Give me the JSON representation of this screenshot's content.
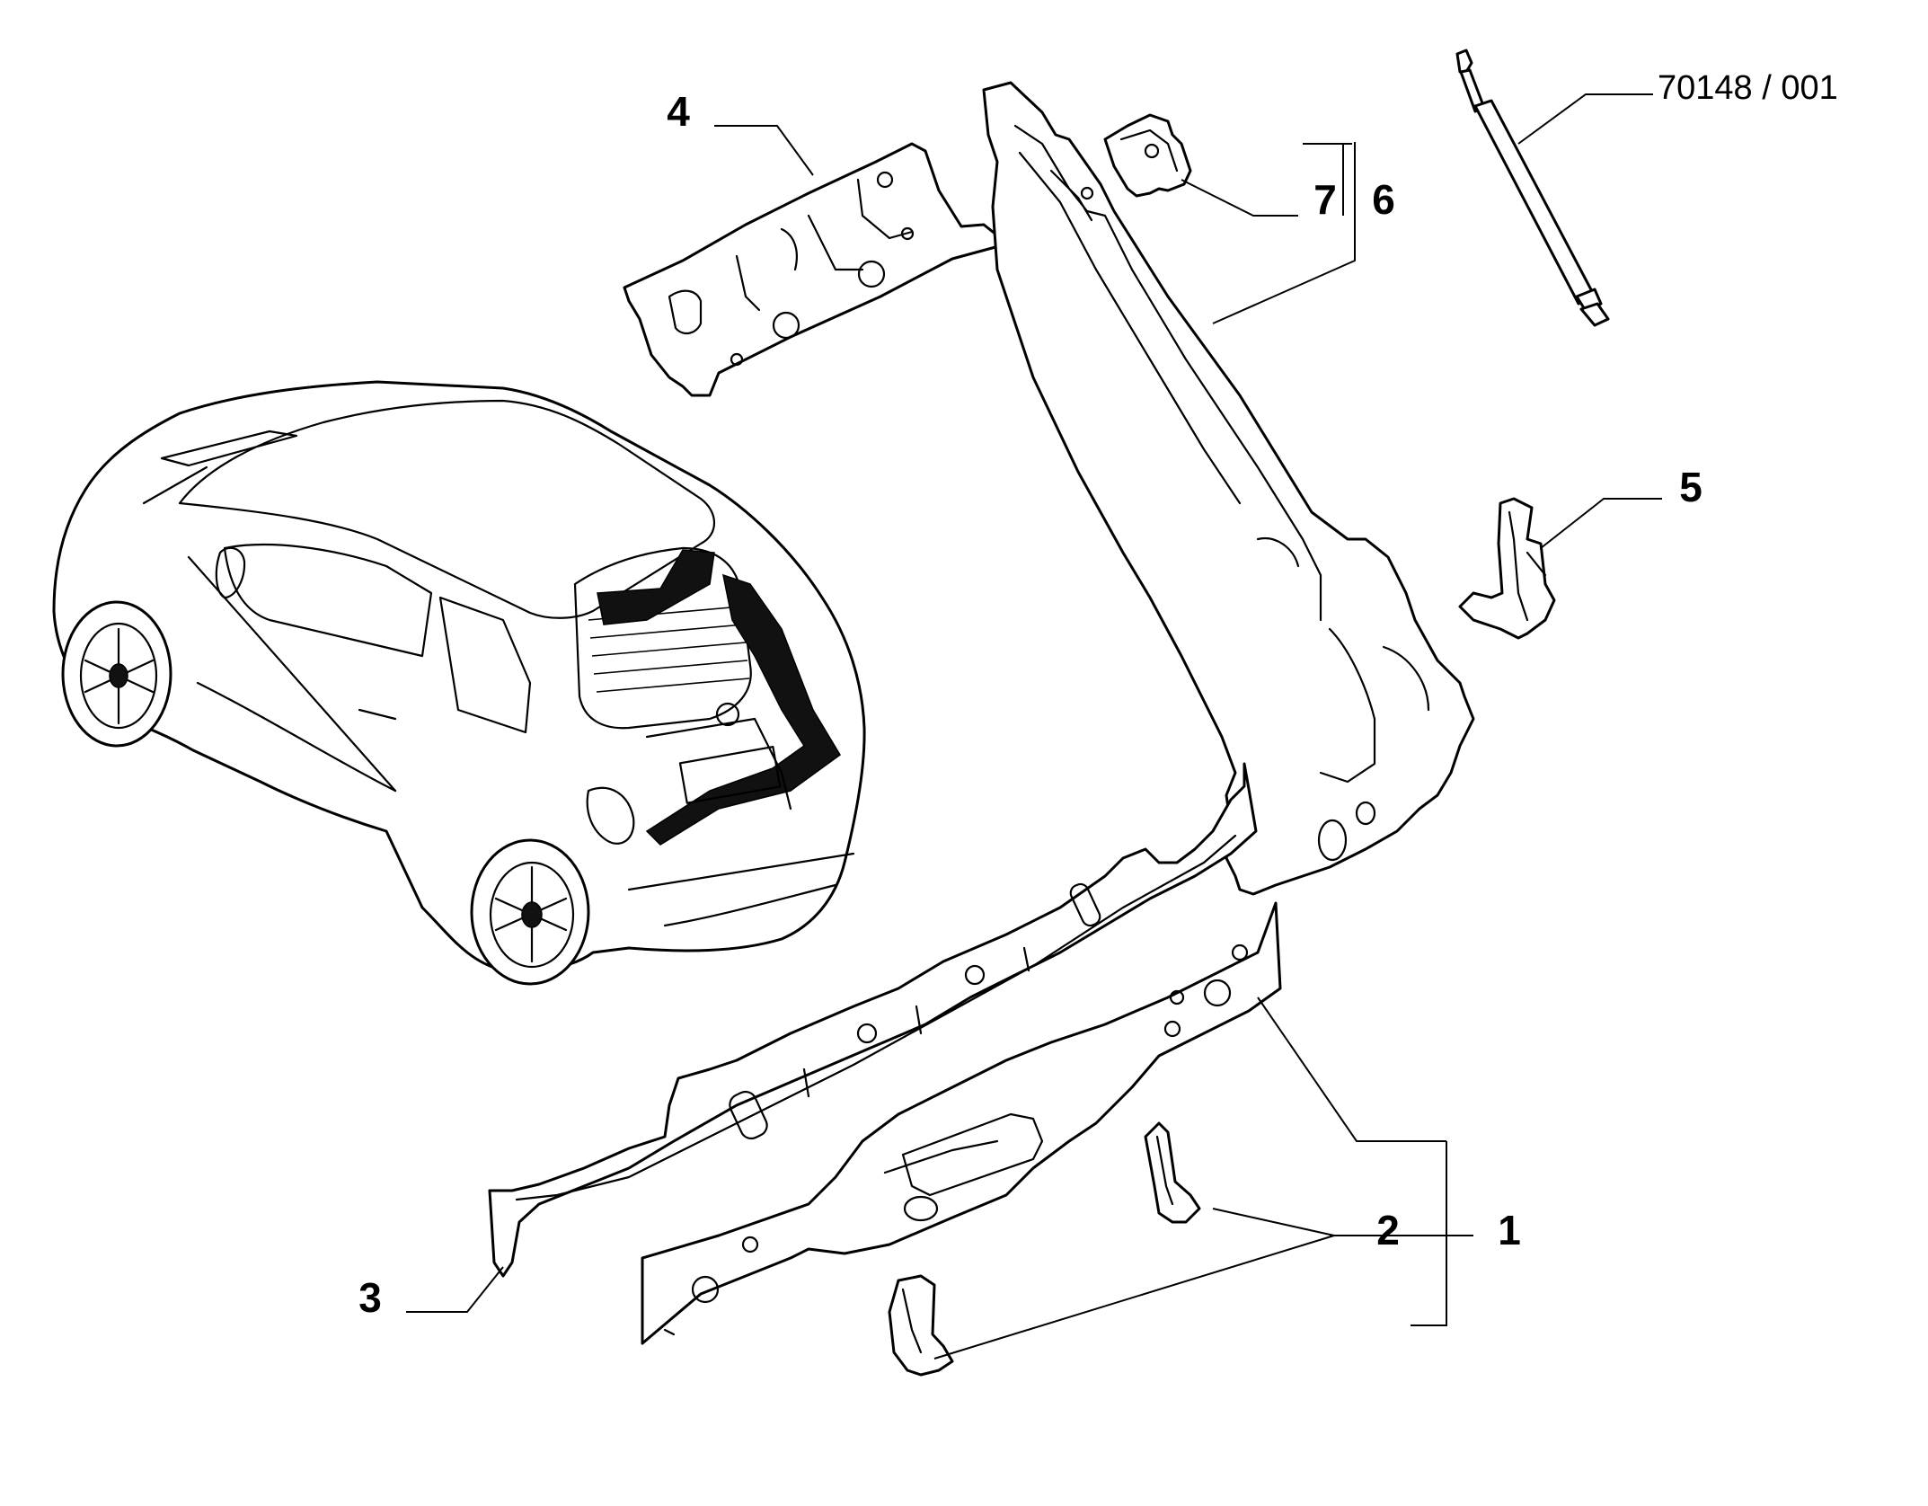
{
  "diagram": {
    "reference": "70148 / 001",
    "callouts": {
      "c1": "1",
      "c2": "2",
      "c3": "3",
      "c4": "4",
      "c5": "5",
      "c6": "6",
      "c7": "7"
    }
  }
}
